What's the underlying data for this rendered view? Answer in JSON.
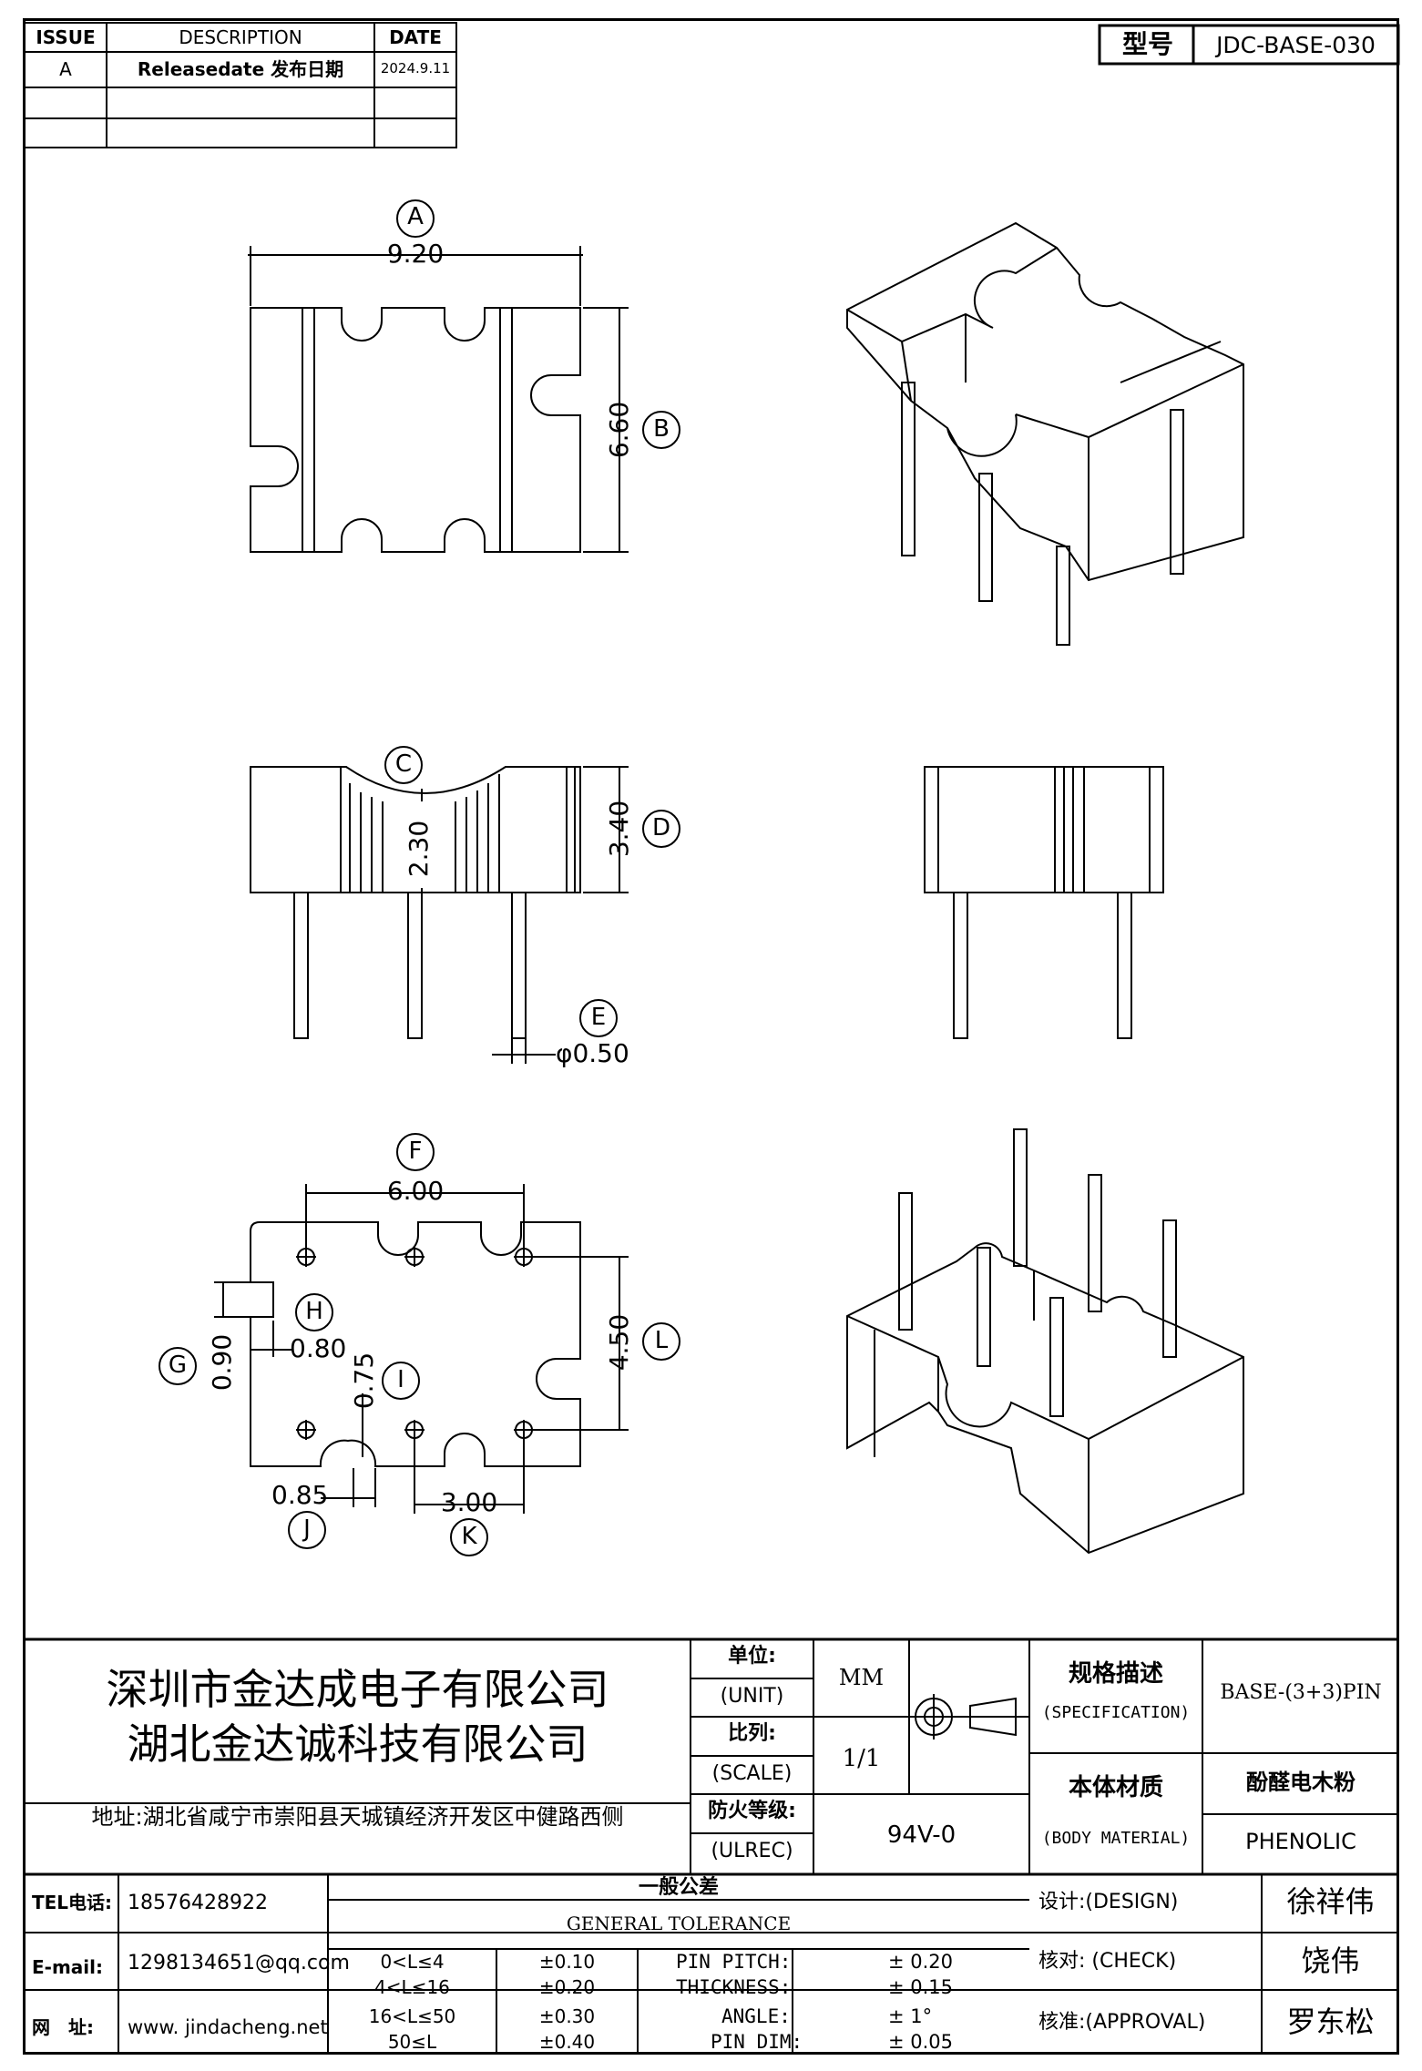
{
  "revision_table": {
    "headers": {
      "issue": "ISSUE",
      "description": "DESCRIPTION",
      "date": "DATE"
    },
    "rows": [
      {
        "issue": "A",
        "description": "Releasedate 发布日期",
        "date": "2024.9.11"
      }
    ]
  },
  "model_box": {
    "label": "型号",
    "value": "JDC-BASE-030"
  },
  "dimensions": {
    "A": {
      "letter": "A",
      "value": "9.20"
    },
    "B": {
      "letter": "B",
      "value": "6.60"
    },
    "C": {
      "letter": "C",
      "value": "2.30"
    },
    "D": {
      "letter": "D",
      "value": "3.40"
    },
    "E": {
      "letter": "E",
      "value": "φ0.50"
    },
    "F": {
      "letter": "F",
      "value": "6.00"
    },
    "G": {
      "letter": "G",
      "value": "0.90"
    },
    "H": {
      "letter": "H",
      "value": "0.80"
    },
    "I": {
      "letter": "I",
      "value": "0.75"
    },
    "J": {
      "letter": "J",
      "value": "0.85"
    },
    "K": {
      "letter": "K",
      "value": "3.00"
    },
    "L": {
      "letter": "L",
      "value": "4.50"
    }
  },
  "company": {
    "name1": "深圳市金达成电子有限公司",
    "name2": "湖北金达诚科技有限公司",
    "address": "地址:湖北省咸宁市崇阳县天城镇经济开发区中健路西侧"
  },
  "units": {
    "label_cn": "单位:",
    "label_en": "(UNIT)",
    "value": "MM"
  },
  "scale": {
    "label_cn": "比列:",
    "label_en": "(SCALE)",
    "value": "1/1"
  },
  "ulrec": {
    "label_cn": "防火等级:",
    "label_en": "(ULREC)",
    "value": "94V-0"
  },
  "specification": {
    "label_cn": "规格描述",
    "label_en": "(SPECIFICATION)",
    "value": "BASE-(3+3)PIN"
  },
  "material": {
    "label_cn": "本体材质",
    "label_en": "(BODY MATERIAL)",
    "value_cn": "酚醛电木粉",
    "value_en": "PHENOLIC"
  },
  "contact": {
    "tel_label": "TEL电话:",
    "tel": "18576428922",
    "email_label": "E-mail:",
    "email": "1298134651@qq.com",
    "web_label": "网　址:",
    "web": "www. jindacheng.net"
  },
  "tolerance": {
    "title_cn": "一般公差",
    "title_en": "GENERAL TOLERANCE",
    "ranges": [
      {
        "range": "0<L≤4",
        "tol": "±0.10"
      },
      {
        "range": "4<L≤16",
        "tol": "±0.20"
      },
      {
        "range": "16<L≤50",
        "tol": "±0.30"
      },
      {
        "range": "50≤L",
        "tol": "±0.40"
      }
    ],
    "other": [
      {
        "name": "PIN PITCH:",
        "tol": "±  0.20"
      },
      {
        "name": "THICKNESS:",
        "tol": "±  0.15"
      },
      {
        "name": "ANGLE:",
        "tol": "±  1°"
      },
      {
        "name": "PIN DIM:",
        "tol": "±  0.05"
      }
    ]
  },
  "signoff": {
    "design_label": "设计:(DESIGN)",
    "design": "徐祥伟",
    "check_label": "核对: (CHECK)",
    "check": "饶伟",
    "approval_label": "核准:(APPROVAL)",
    "approval": "罗东松"
  }
}
